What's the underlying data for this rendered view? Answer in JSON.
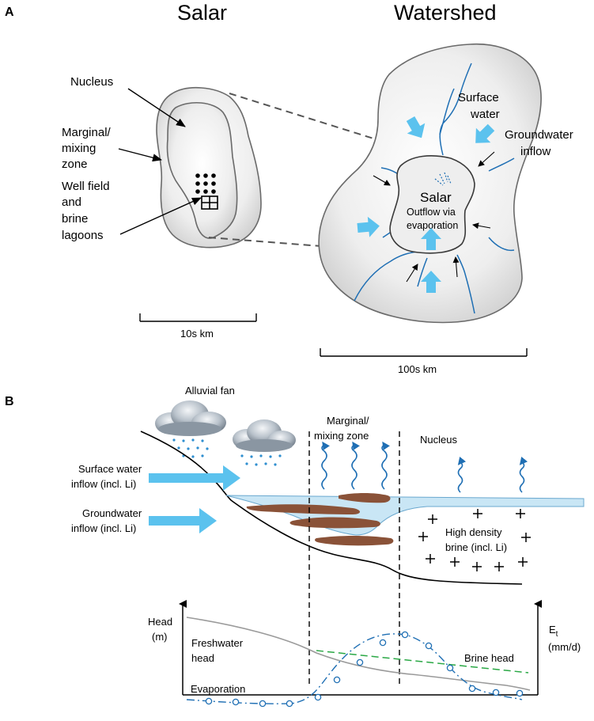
{
  "panel_a": {
    "label": "A",
    "salar_title": "Salar",
    "watershed_title": "Watershed",
    "nucleus": "Nucleus",
    "marginal_1": "Marginal/",
    "marginal_2": "mixing",
    "marginal_3": "zone",
    "wellfield_1": "Well field",
    "wellfield_2": "and",
    "wellfield_3": "brine",
    "wellfield_4": "lagoons",
    "scale_small": "10s km",
    "surface_1": "Surface",
    "surface_2": "water",
    "gw_1": "Groundwater",
    "gw_2": "inflow",
    "inner_salar": "Salar",
    "outflow_1": "Outflow via",
    "outflow_2": "evaporation",
    "scale_large": "100s km"
  },
  "panel_b": {
    "label": "B",
    "alluvial": "Alluvial fan",
    "marginal_1": "Marginal/",
    "marginal_2": "mixing zone",
    "nucleus": "Nucleus",
    "surface_1": "Surface water",
    "surface_2": "inflow (incl. Li)",
    "gw_1": "Groundwater",
    "gw_2": "inflow (incl. Li)",
    "brine_1": "High density",
    "brine_2": "brine (incl. Li)",
    "head_1": "Head",
    "head_2": "(m)",
    "et_main": "E",
    "et_sub": "t",
    "et_unit": "(mm/d)",
    "fresh_1": "Freshwater",
    "fresh_2": "head",
    "brine_head": "Brine head",
    "evaporation": "Evaporation"
  },
  "colors": {
    "arrow_blue": "#5bc2ee",
    "river_blue": "#1f6fb4",
    "water_light": "#c9e6f5",
    "sediment_brown": "#8a5238",
    "fill_gray": "#e6e6e6",
    "green_dash": "#2aa845",
    "gray_curve": "#9a9a9a"
  }
}
